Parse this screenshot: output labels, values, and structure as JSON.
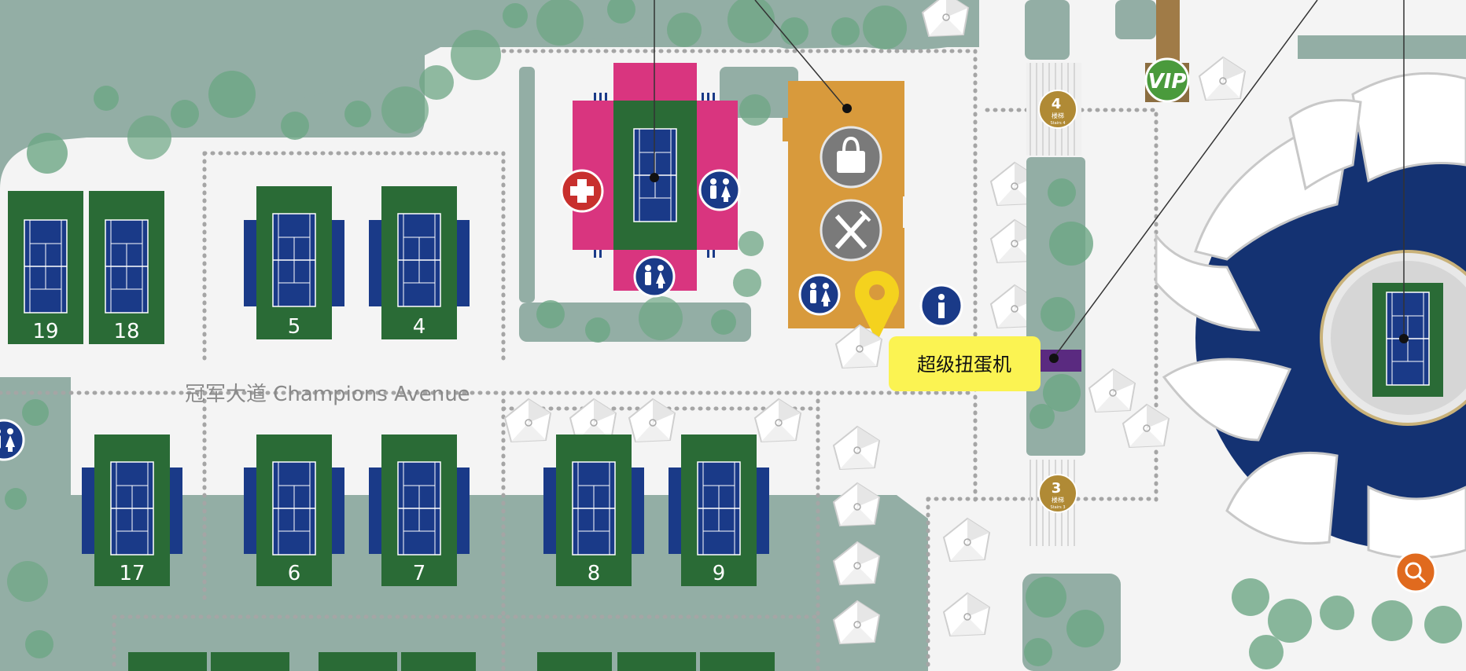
{
  "map": {
    "avenue_label": "冠军大道 Champions Avenue",
    "callout_label": "超级扭蛋机",
    "vip_badge": "VIP",
    "stairs": [
      {
        "number": "4",
        "sub": "楼梯",
        "en": "Stairs 4"
      },
      {
        "number": "3",
        "sub": "楼梯",
        "en": "Stairs 3"
      }
    ],
    "court_numbers": [
      "19",
      "18",
      "5",
      "4",
      "17",
      "6",
      "7",
      "8",
      "9"
    ],
    "icons": [
      "first-aid-icon",
      "restroom-icon",
      "shopping-bag-icon",
      "dining-icon",
      "information-icon",
      "location-pin-icon",
      "vip-icon",
      "stairs-icon",
      "lost-and-found-icon"
    ],
    "colors": {
      "background": "#93aea5",
      "walkway": "#f4f4f4",
      "tree": "#6da684",
      "court_surround": "#2a6b36",
      "court_blue": "#1a3a88",
      "stadium_pink": "#d9357f",
      "store_orange": "#d89a3c",
      "callout_yellow": "#fbf352",
      "stadium_navy": "#143272",
      "vip_green": "#4a9a3c",
      "stairs_gold": "#b08a35"
    }
  }
}
